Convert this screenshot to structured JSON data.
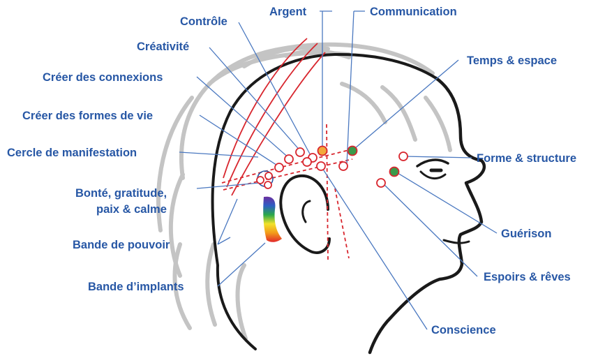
{
  "labels": {
    "controle": "Contrôle",
    "argent": "Argent",
    "communication": "Communication",
    "creativite": "Créativité",
    "temps_espace": "Temps & espace",
    "creer_connexions": "Créer des connexions",
    "creer_formes_vie": "Créer des formes de vie",
    "cercle_manifestation": "Cercle de manifestation",
    "forme_structure": "Forme & structure",
    "bonte_line1": "Bonté, gratitude,",
    "bonte_line2": "paix & calme",
    "guerison": "Guérison",
    "bande_pouvoir": "Bande de pouvoir",
    "espoirs_reves": "Espoirs & rêves",
    "bande_implants": "Bande d’implants",
    "conscience": "Conscience"
  },
  "colors": {
    "label_text": "#2757a5",
    "leader_line": "#4a78c0",
    "point_stroke": "#d8262e",
    "hair": "#c4c4c4",
    "outline": "#1a1a1a",
    "argent_fill": "#f2a93b",
    "communication_fill": "#3a9a4a",
    "guerison_fill": "#3a9a4a",
    "implant_band": [
      "#6b2fa0",
      "#2d5fc4",
      "#2aa84a",
      "#f2e22a",
      "#f29a1a",
      "#e2282a"
    ]
  },
  "icons": [
    "head-profile-illustration"
  ]
}
